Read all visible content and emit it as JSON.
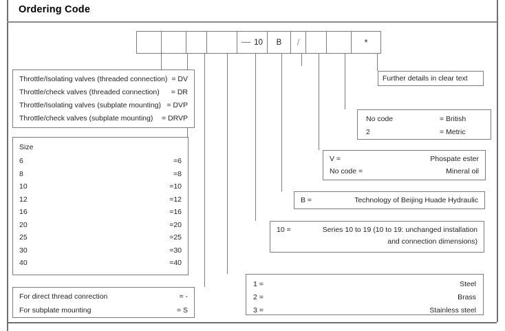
{
  "page": {
    "title": "Ordering Code"
  },
  "code_row": {
    "cells": [
      {
        "name": "type-cell",
        "value": ""
      },
      {
        "name": "size-cell",
        "value": ""
      },
      {
        "name": "mounting-cell",
        "value": ""
      },
      {
        "name": "material-cell",
        "value": ""
      },
      {
        "name": "dash-cell",
        "value": "—"
      },
      {
        "name": "series-cell",
        "value": "10"
      },
      {
        "name": "brand-cell",
        "value": "B"
      },
      {
        "name": "slash-cell",
        "value": "/"
      },
      {
        "name": "fluid-cell",
        "value": ""
      },
      {
        "name": "units-cell",
        "value": ""
      },
      {
        "name": "details-cell",
        "value": "*"
      }
    ]
  },
  "boxes": {
    "types": {
      "rows": [
        {
          "label": "Throttle/Isolating valves  (threaded connection)",
          "value": "= DV"
        },
        {
          "label": "Throttle/check valves  (threaded connection)",
          "value": "= DR"
        },
        {
          "label": "Throttle/Isolating valves  (subplate mounting)",
          "value": "= DVP"
        },
        {
          "label": "Throttle/check valves  (subplate mounting)",
          "value": "= DRVP"
        }
      ]
    },
    "size": {
      "header": "Size",
      "rows": [
        {
          "label": "6",
          "value": "=6"
        },
        {
          "label": "8",
          "value": "=8"
        },
        {
          "label": "10",
          "value": "=10"
        },
        {
          "label": "12",
          "value": "=12"
        },
        {
          "label": "16",
          "value": "=16"
        },
        {
          "label": "20",
          "value": "=20"
        },
        {
          "label": "25",
          "value": "=25"
        },
        {
          "label": "30",
          "value": "=30"
        },
        {
          "label": "40",
          "value": "=40"
        }
      ]
    },
    "mounting": {
      "rows": [
        {
          "label": "For direct thread conrection",
          "value": "= -"
        },
        {
          "label": "For subplate mounting",
          "value": "= S"
        }
      ]
    },
    "further_details": {
      "text": "Further details in clear text"
    },
    "units": {
      "rows": [
        {
          "label": "No code",
          "value": "=  British"
        },
        {
          "label": "2",
          "value": "=  Metric"
        }
      ]
    },
    "fluid": {
      "rows": [
        {
          "label": "V =",
          "value": "Phospate ester"
        },
        {
          "label": "No code =",
          "value": "Mineral oil"
        }
      ]
    },
    "brand": {
      "label": "B =",
      "value": "Technology of Beijing Huade Hydraulic"
    },
    "series": {
      "label": "10 =",
      "line1": "Series 10 to 19 (10 to 19: unchanged installation",
      "line2": "and connection dimensions)"
    },
    "material": {
      "rows": [
        {
          "label": "1  =",
          "value": "Steel"
        },
        {
          "label": "2 =",
          "value": "Brass"
        },
        {
          "label": "3  =",
          "value": "Stainless steel"
        }
      ]
    }
  },
  "colors": {
    "rule": "#6f6f6f",
    "box_border": "#7b7b7b",
    "text": "#231f20"
  }
}
